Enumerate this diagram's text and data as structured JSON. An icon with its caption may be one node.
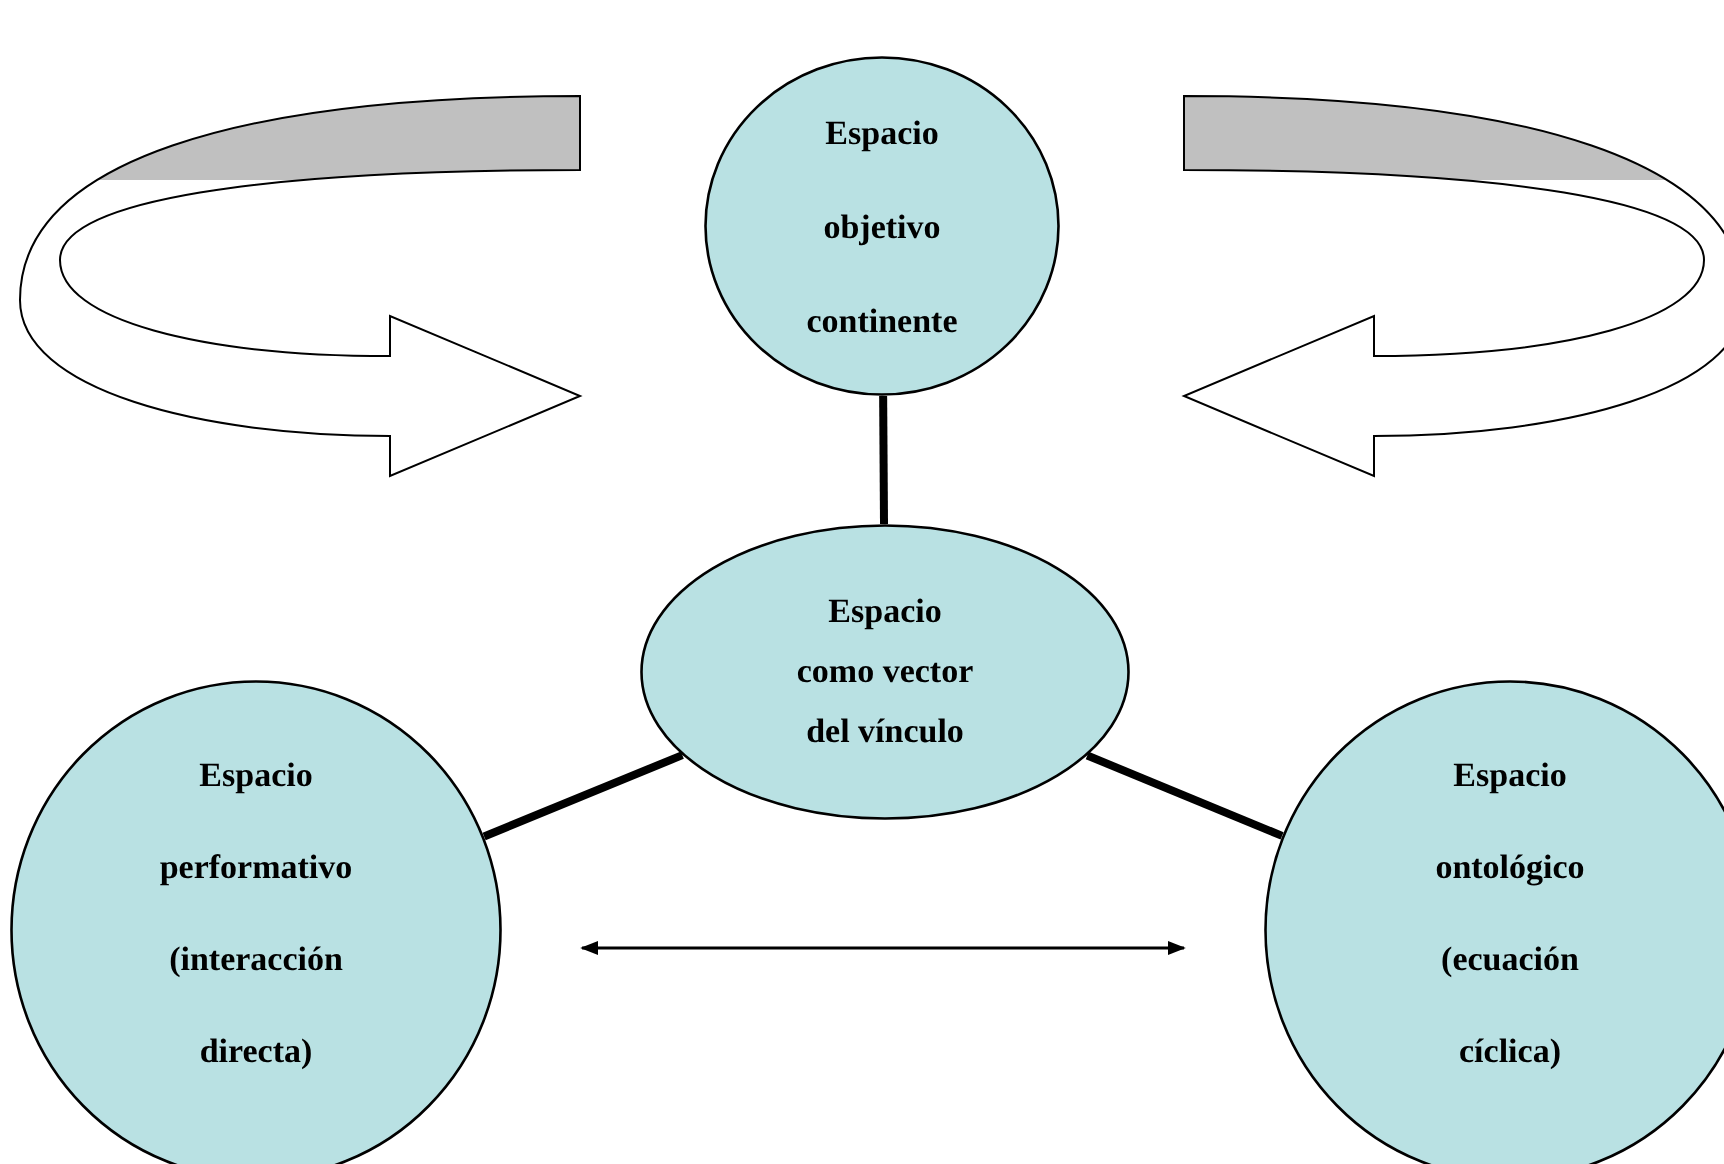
{
  "diagram": {
    "nodes": [
      {
        "text": [
          "Espacio objetivo continente"
        ]
      },
      {
        "text": [
          "Espacio como vector del vínculo"
        ]
      },
      {
        "text": [
          "Espacio performativo (interacción directa)"
        ]
      },
      {
        "text": [
          "Espacio ontológico (ecuación cíclica)"
        ]
      }
    ],
    "edges": [
      {
        "from": 0,
        "to": 1,
        "arrow": "none"
      },
      {
        "from": 1,
        "to": 2,
        "arrow": "none"
      },
      {
        "from": 1,
        "to": 3,
        "arrow": "none"
      },
      {
        "from": 2,
        "to": 3,
        "arrow": "both"
      },
      {
        "from": 0,
        "to": 0,
        "arrow": "to"
      },
      {
        "from": 0,
        "to": 0,
        "arrow": "to"
      }
    ]
  }
}
